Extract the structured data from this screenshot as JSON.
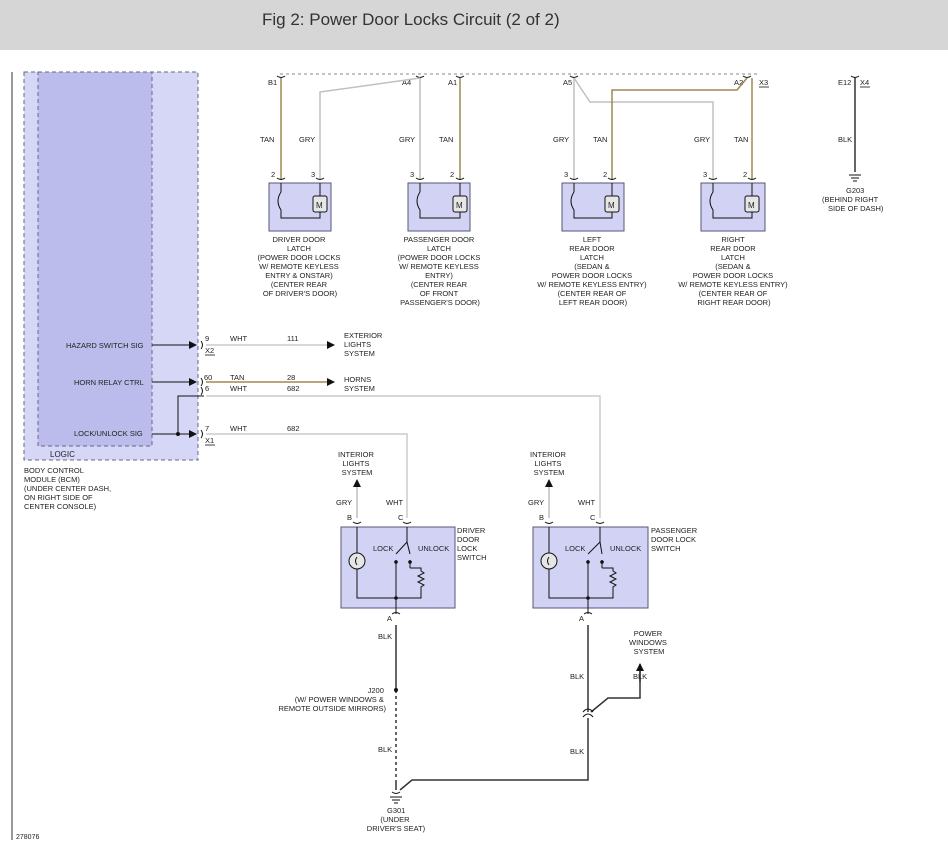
{
  "header": {
    "title": "Fig 2: Power Door Locks Circuit (2 of 2)"
  },
  "figure_id": "278076",
  "colors": {
    "tan_wire": "#a08850",
    "gry_wire": "#c0c0c0",
    "wht_wire": "#cccccc",
    "blk_wire": "#333333",
    "component_fill": "#d2d2f4",
    "component_stroke": "#555577"
  },
  "bcm": {
    "logic_label": "LOGIC",
    "desc": [
      "BODY CONTROL",
      "MODULE (BCM)",
      "(UNDER CENTER DASH,",
      "ON RIGHT SIDE OF",
      "CENTER CONSOLE)"
    ],
    "signals": {
      "hazard": "HAZARD SWITCH SIG",
      "horn": "HORN RELAY CTRL",
      "lock": "LOCK/UNLOCK SIG"
    }
  },
  "bcm_pins": {
    "p9": "9",
    "x2": "X2",
    "p60": "60",
    "p6": "6",
    "p7": "7",
    "x1": "X1",
    "wht": "WHT",
    "tan": "TAN",
    "c111": "111",
    "c28": "28",
    "c682a": "682",
    "c682b": "682",
    "exterior": [
      "EXTERIOR",
      "LIGHTS",
      "SYSTEM"
    ],
    "horns": [
      "HORNS",
      "SYSTEM"
    ]
  },
  "top_connectors": {
    "b1": "B1",
    "a4": "A4",
    "a1": "A1",
    "a5": "A5",
    "a2": "A2",
    "x3": "X3",
    "e12": "E12",
    "x4": "X4"
  },
  "wire_colors": {
    "tan": "TAN",
    "gry": "GRY",
    "blk": "BLK",
    "wht": "WHT"
  },
  "latches": [
    {
      "pin_a": "2",
      "pin_b": "3",
      "motor": "M",
      "desc": [
        "DRIVER DOOR",
        "LATCH",
        "(POWER DOOR LOCKS",
        "W/ REMOTE KEYLESS",
        "ENTRY & ONSTAR)",
        "(CENTER REAR",
        "OF DRIVER'S DOOR)"
      ]
    },
    {
      "pin_a": "3",
      "pin_b": "2",
      "motor": "M",
      "desc": [
        "PASSENGER DOOR",
        "LATCH",
        "(POWER DOOR LOCKS",
        "W/ REMOTE KEYLESS",
        "ENTRY)",
        "(CENTER REAR",
        "OF FRONT",
        "PASSENGER'S DOOR)"
      ]
    },
    {
      "pin_a": "3",
      "pin_b": "2",
      "motor": "M",
      "desc": [
        "LEFT",
        "REAR DOOR",
        "LATCH",
        "(SEDAN &",
        "POWER DOOR LOCKS",
        "W/ REMOTE KEYLESS ENTRY)",
        "(CENTER REAR OF",
        "LEFT REAR DOOR)"
      ]
    },
    {
      "pin_a": "3",
      "pin_b": "2",
      "motor": "M",
      "desc": [
        "RIGHT",
        "REAR DOOR",
        "LATCH",
        "(SEDAN &",
        "POWER DOOR LOCKS",
        "W/ REMOTE KEYLESS ENTRY)",
        "(CENTER REAR OF",
        "RIGHT REAR DOOR)"
      ]
    }
  ],
  "ground_g203": {
    "label": "G203",
    "desc": [
      "(BEHIND RIGHT",
      "SIDE OF DASH)"
    ]
  },
  "switches": [
    {
      "pin_b": "B",
      "pin_c": "C",
      "pin_a": "A",
      "lock": "LOCK",
      "unlock": "UNLOCK",
      "desc": [
        "DRIVER",
        "DOOR",
        "LOCK",
        "SWITCH"
      ]
    },
    {
      "pin_b": "B",
      "pin_c": "C",
      "pin_a": "A",
      "lock": "LOCK",
      "unlock": "UNLOCK",
      "desc": [
        "PASSENGER",
        "DOOR LOCK",
        "SWITCH"
      ]
    }
  ],
  "interior_lights": [
    "INTERIOR",
    "LIGHTS",
    "SYSTEM"
  ],
  "power_windows": [
    "POWER",
    "WINDOWS",
    "SYSTEM"
  ],
  "splice_j200": [
    "J200",
    "(W/ POWER WINDOWS &",
    "REMOTE OUTSIDE MIRRORS)"
  ],
  "ground_g301": {
    "label": "G301",
    "desc": [
      "(UNDER",
      "DRIVER'S SEAT)"
    ]
  }
}
